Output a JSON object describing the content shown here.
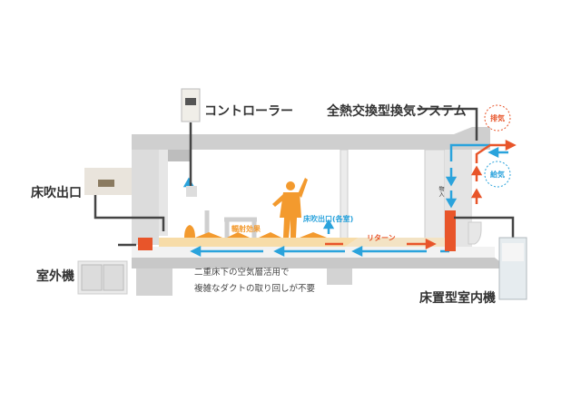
{
  "labels": {
    "controller": "コントローラー",
    "erv_system": "全熱交換型換気システム",
    "exhaust": "排気",
    "supply": "給気",
    "floor_outlet": "床吹出口",
    "outdoor_unit": "室外機",
    "radiant_effect": "輻射効果",
    "floor_outlet_each_room": "床吹出口(各室)",
    "return": "リターン",
    "note_line1": "二重床下の空気層活用で",
    "note_line2": "複雑なダクトの取り回しが不要",
    "indoor_unit": "床置型室内機",
    "closet": "物入"
  },
  "colors": {
    "supply_blue": "#2aa3dc",
    "exhaust_red": "#e8552a",
    "warm_orange": "#f39a2e",
    "slab_gray": "#c8c8c8"
  }
}
